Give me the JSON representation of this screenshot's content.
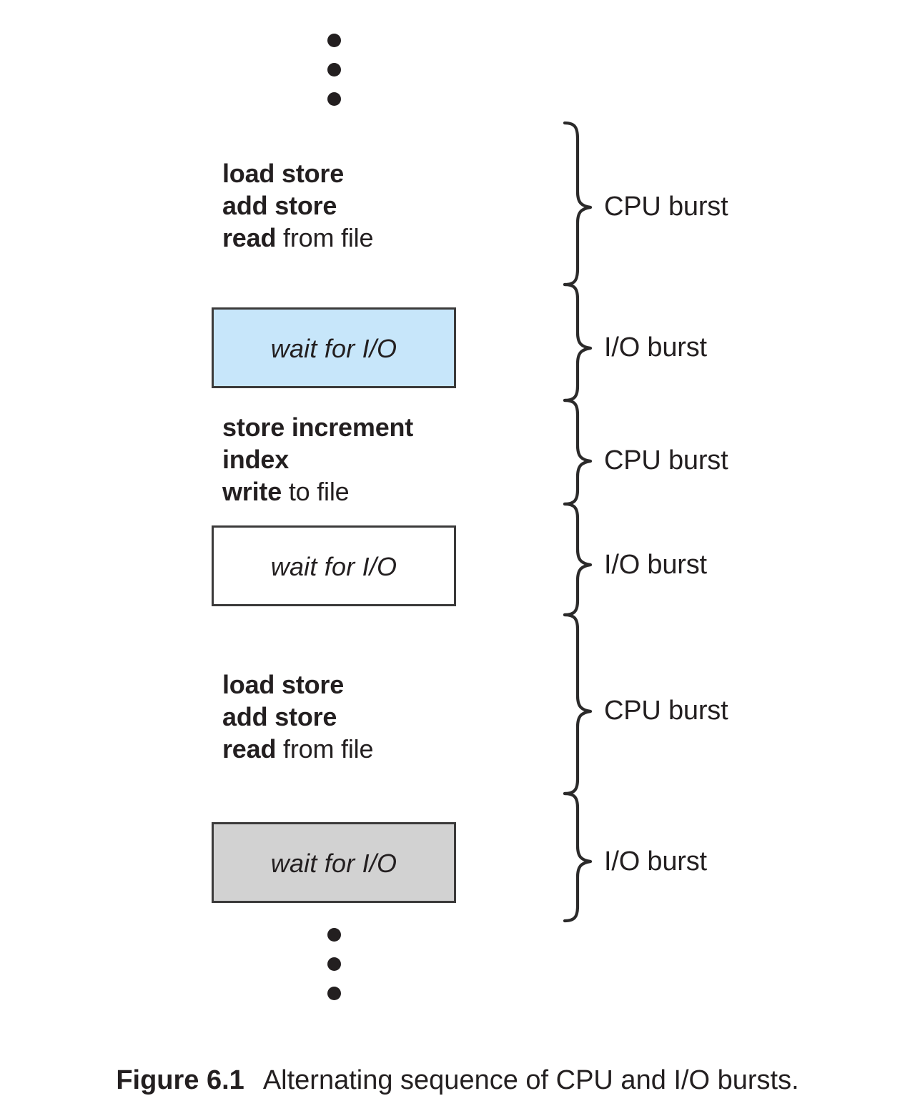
{
  "figure": {
    "caption_label": "Figure 6.1",
    "caption_text": "Alternating sequence of CPU and I/O bursts.",
    "ellipsis_top": "⋮",
    "ellipsis_bottom": "⋮"
  },
  "colors": {
    "io_burst_1_fill": "#c7e6fa",
    "io_burst_2_fill": "#ffffff",
    "io_burst_3_fill": "#d2d2d2",
    "box_border": "#3b3a3a",
    "text": "#231f20",
    "page_background": "#ffffff"
  },
  "code_blocks": [
    {
      "id": "code-block-1",
      "lines": [
        {
          "bold": "load store",
          "plain": ""
        },
        {
          "bold": "add store",
          "plain": ""
        },
        {
          "bold": "read",
          "plain": " from file"
        }
      ]
    },
    {
      "id": "code-block-2",
      "lines": [
        {
          "bold": "store increment",
          "plain": ""
        },
        {
          "bold": "index",
          "plain": ""
        },
        {
          "bold": "write",
          "plain": " to file"
        }
      ]
    },
    {
      "id": "code-block-3",
      "lines": [
        {
          "bold": "load store",
          "plain": ""
        },
        {
          "bold": "add store",
          "plain": ""
        },
        {
          "bold": "read",
          "plain": " from file"
        }
      ]
    }
  ],
  "wait_boxes": [
    {
      "id": "wait-box-1",
      "label": "wait for I/O",
      "fill": "#c7e6fa"
    },
    {
      "id": "wait-box-2",
      "label": "wait for I/O",
      "fill": "#ffffff"
    },
    {
      "id": "wait-box-3",
      "label": "wait for I/O",
      "fill": "#d2d2d2"
    }
  ],
  "burst_labels": [
    {
      "id": "burst-label-1",
      "label": "CPU burst"
    },
    {
      "id": "burst-label-2",
      "label": "I/O burst"
    },
    {
      "id": "burst-label-3",
      "label": "CPU burst"
    },
    {
      "id": "burst-label-4",
      "label": "I/O burst"
    },
    {
      "id": "burst-label-5",
      "label": "CPU burst"
    },
    {
      "id": "burst-label-6",
      "label": "I/O burst"
    }
  ]
}
